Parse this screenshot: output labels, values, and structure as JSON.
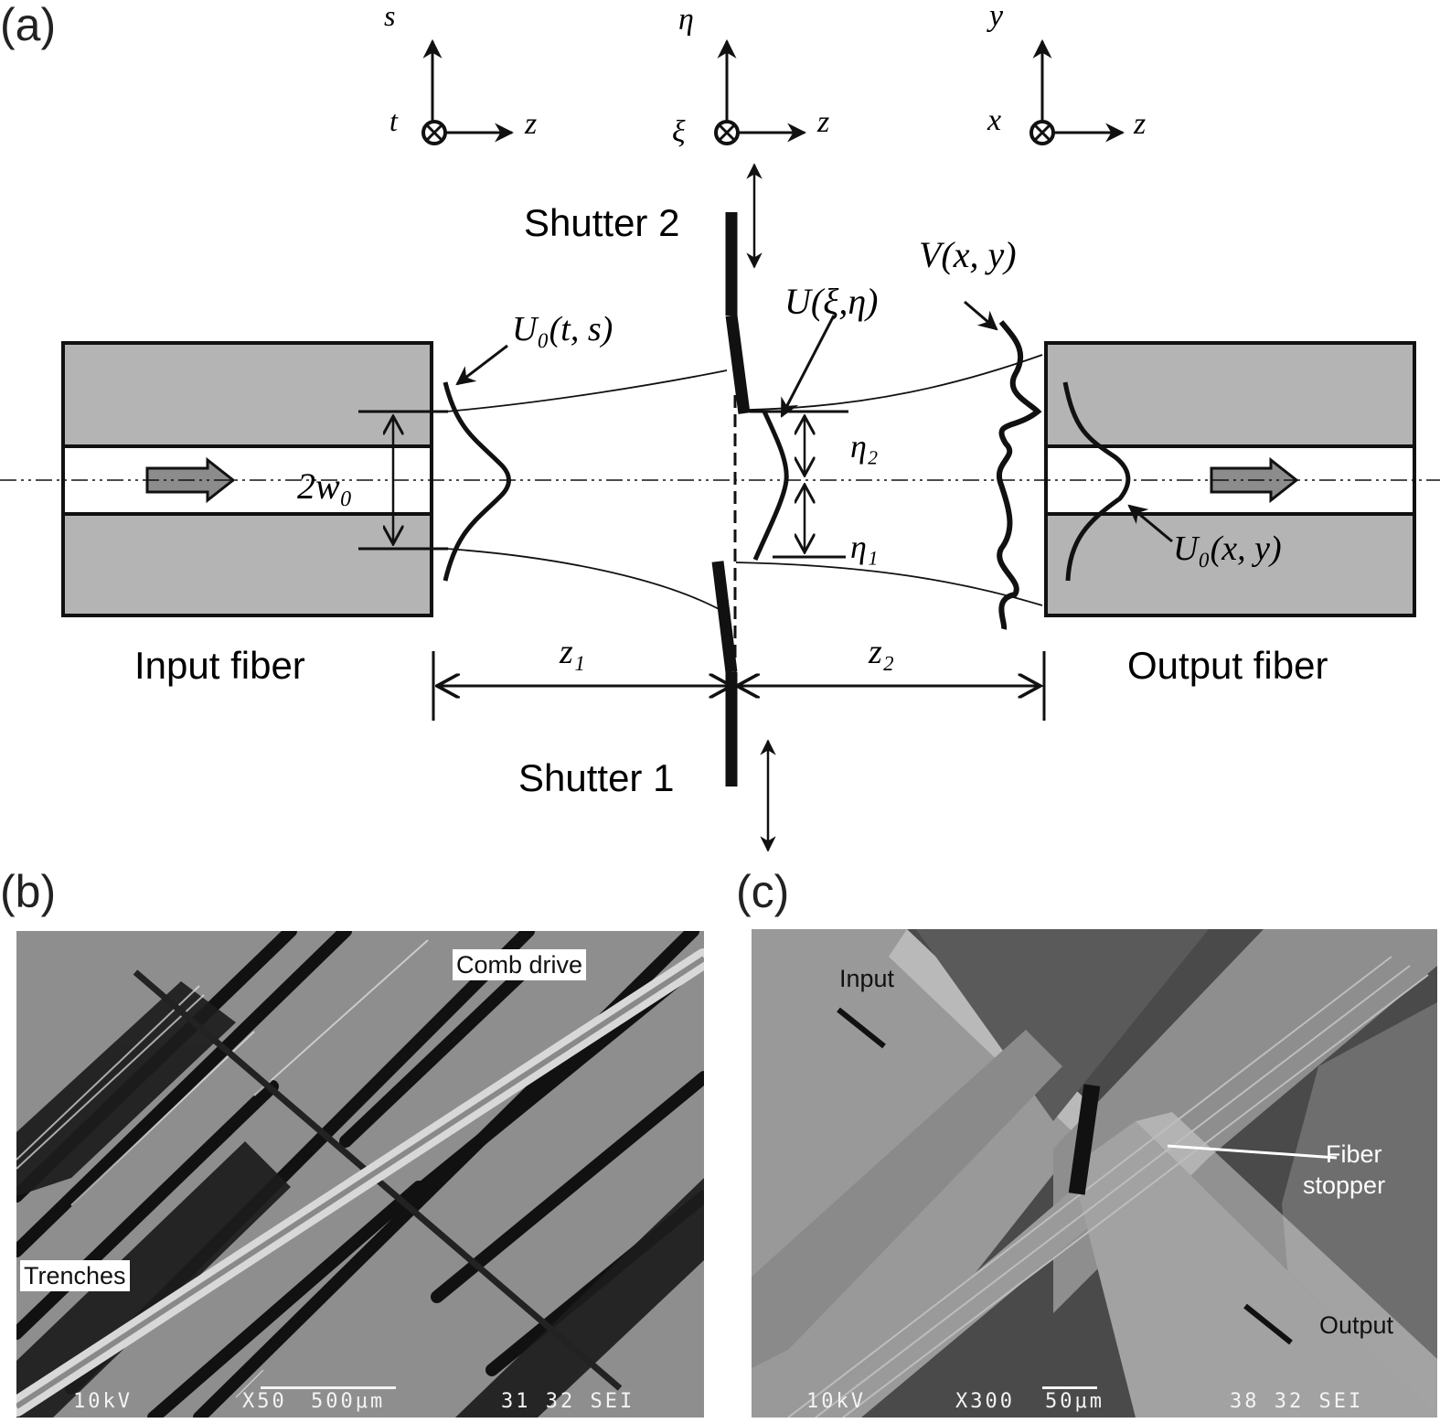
{
  "figure": {
    "panels": {
      "a": {
        "label": "(a)"
      },
      "b": {
        "label": "(b)"
      },
      "c": {
        "label": "(c)"
      }
    },
    "diagram": {
      "coordinate_systems": [
        {
          "name": "input",
          "vertical": "s",
          "transverse": "t",
          "axial": "z"
        },
        {
          "name": "shutter-plane",
          "vertical": "η",
          "transverse": "ξ",
          "axial": "z"
        },
        {
          "name": "output",
          "vertical": "y",
          "transverse": "x",
          "axial": "z"
        }
      ],
      "labels": {
        "shutter_2": "Shutter 2",
        "shutter_1": "Shutter 1",
        "input_fiber": "Input fiber",
        "output_fiber": "Output fiber",
        "input_field": "U₀(t, s)",
        "aperture_field": "U(ξ,η)",
        "output_field": "V(x, y)",
        "fiber_mode": "U₀(x, y)",
        "mode_width": "2w₀",
        "eta_2": "η₂",
        "eta_1": "η₁",
        "distance_1": "z₁",
        "distance_2": "z₂"
      },
      "colors": {
        "cladding": "#b4b4b4",
        "core": "#ffffff",
        "line": "#111111",
        "arrow_fill": "#8c8c8c"
      }
    },
    "sem_b": {
      "callouts": {
        "comb_drive": "Comb drive",
        "trenches": "Trenches"
      },
      "footer": {
        "voltage": "10kV",
        "magnification": "X50",
        "scale": "500μm",
        "info": "31 32 SEI"
      }
    },
    "sem_c": {
      "callouts": {
        "input": "Input",
        "fiber_stopper_line1": "Fiber",
        "fiber_stopper_line2": "stopper",
        "output": "Output"
      },
      "footer": {
        "voltage": "10kV",
        "magnification": "X300",
        "scale": "50μm",
        "info": "38 32 SEI"
      }
    }
  }
}
